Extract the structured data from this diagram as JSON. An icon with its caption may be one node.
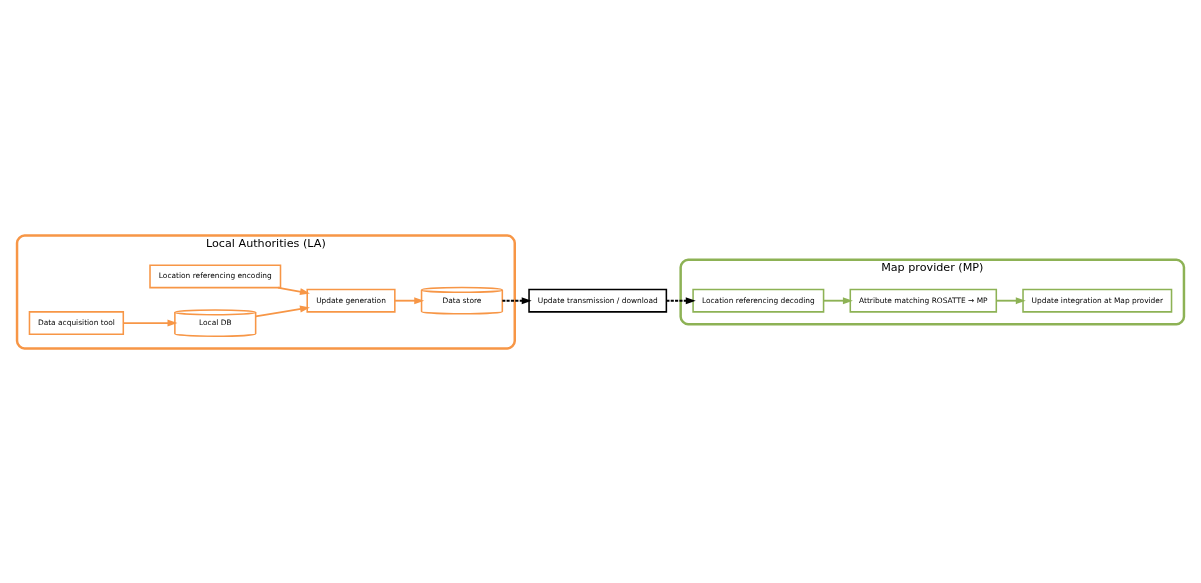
{
  "diagram": {
    "nodes": [
      {
        "text": [
          "Local Authorities (LA)"
        ]
      },
      {
        "text": [
          "Data store"
        ],
        "in": 0
      },
      {
        "text": [
          "Location referencing encoding"
        ],
        "in": 0
      },
      {
        "text": [
          "Update generation"
        ],
        "in": 0
      },
      {
        "text": [
          "Data acquisition tool"
        ],
        "in": 0
      },
      {
        "text": [
          "Local DB"
        ],
        "in": 0
      },
      {
        "text": [
          "Update transmission / download"
        ]
      },
      {
        "text": [
          "Map provider (MP)"
        ]
      },
      {
        "text": [
          "Update integration at Map provider"
        ],
        "in": 7
      },
      {
        "text": [
          "Attribute matching ROSATTE → MP"
        ],
        "in": 7
      },
      {
        "text": [
          "Location referencing decoding"
        ],
        "in": 7
      }
    ],
    "edges": [
      {
        "from": 2,
        "to": 3,
        "arrow": "to"
      },
      {
        "from": 4,
        "to": 5,
        "arrow": "to"
      },
      {
        "from": 5,
        "to": 3,
        "arrow": "to"
      },
      {
        "from": 3,
        "to": 1,
        "arrow": "to"
      },
      {
        "from": 1,
        "to": 6,
        "arrow": "to",
        "style": "dashed",
        "color": "#000000"
      },
      {
        "from": 6,
        "to": 10,
        "arrow": "to",
        "style": "dashed",
        "color": "#000000"
      },
      {
        "from": 10,
        "to": 9,
        "arrow": "to",
        "color": "#8db255"
      },
      {
        "from": 9,
        "to": 8,
        "arrow": "to",
        "color": "#8db255"
      }
    ]
  }
}
